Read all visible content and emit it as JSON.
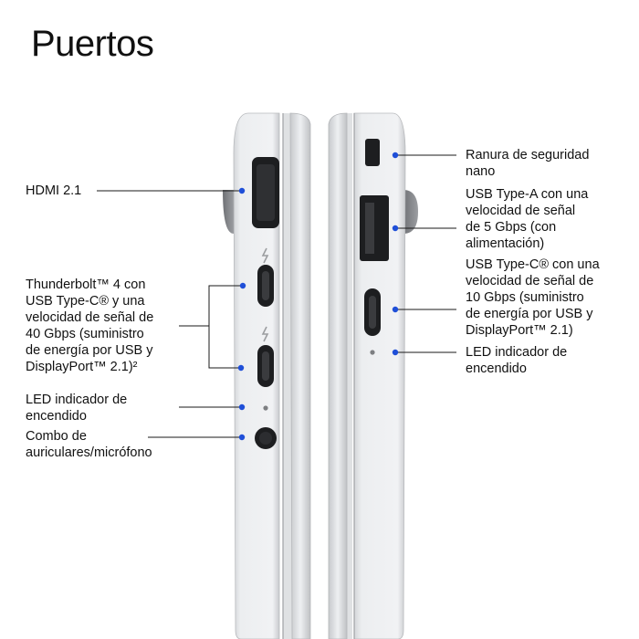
{
  "page": {
    "title": "Puertos",
    "accent_color": "#1f4fd8"
  },
  "left_labels": {
    "hdmi": "HDMI 2.1",
    "thunderbolt": "Thunderbolt™ 4 con\nUSB Type-C® y una\nvelocidad de señal de\n40 Gbps (suministro\nde energía por USB y\nDisplayPort™ 2.1)²",
    "led": "LED indicador de\nencendido",
    "audio": "Combo de\nauriculares/micrófono"
  },
  "right_labels": {
    "security": "Ranura de seguridad\nnano",
    "usb_a": "USB Type-A con una\nvelocidad de señal\nde 5 Gbps (con\nalimentación)",
    "usb_c": "USB Type-C® con una\nvelocidad de señal de\n10 Gbps (suministro\nde energía por USB y\nDisplayPort™ 2.1)",
    "led": "LED indicador de\nencendido"
  },
  "icons": {
    "thunderbolt_symbol": "thunderbolt-icon"
  }
}
